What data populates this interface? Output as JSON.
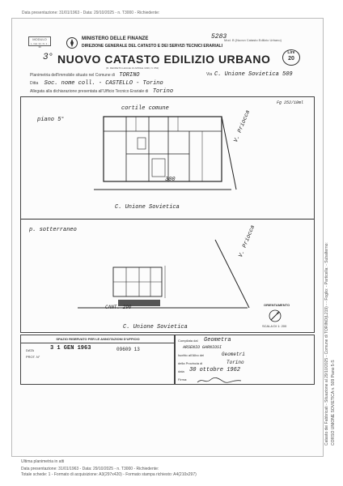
{
  "header_presentation": "Data presentazione: 31/01/1963 - Data: 29/10/2025 - n. T3000 - Richiedente:",
  "footer": {
    "ultima": "Ultima planimetria in atti",
    "line1": "Data presentazione: 31/01/1963 - Data: 29/10/2025 - n. T3000 - Richiedente:",
    "line2": "Totale schede: 1 - Formato di acquisizione: A3(297x420) - Formato stampa richiesto: A4(210x297)"
  },
  "side_text": {
    "line1": "Catasto dei Fabbricati - Situazione al 29/10/2025 - Comune di TORINO(L219) - - Foglio: - Particella: - Subalterno:",
    "line2": "CORSO UNIONE SOVIETICA n. 509 Piano 5-S"
  },
  "form": {
    "stamp_code": "5283",
    "model_box": "MODULO",
    "model_box_sub": "L. Cat. Int. N. 1 - 39",
    "mod_label": "Mod. B (Nuovo Catasto Edilizio Urbano)",
    "ministry": "MINISTERO DELLE FINANZE",
    "directorate": "DIREZIONE GENERALE DEL CATASTO E DEI SERVIZI TECNICI ERARIALI",
    "handwritten_number": "3°",
    "title": "NUOVO CATASTO EDILIZIO URBANO",
    "title_sub": "(R. DECRETO-LEGGE 13 APRILE 1939, N. 652)",
    "lire_label": "Lire",
    "lire_value": "20",
    "planimetry_label": "Planimetria dell'immobile situato nel Comune di",
    "comune_value": "TORINO",
    "via_label": "Via",
    "via_value": "C. Unione Sovietica 509",
    "ditta_label": "Ditta",
    "ditta_value": "Soc. nome coll. - CASTELLO - Torino",
    "allegata_label": "Allegata alla dichiarazione presentata all'Ufficio Tecnico Erariale di",
    "allegata_value": "Torino"
  },
  "plan": {
    "cortile": "cortile comune",
    "scale_note": "Fg 252/10ml",
    "piano_label": "piano 5°",
    "room_number": "300",
    "via_side": "V. Priocca",
    "street_bottom": "C. Unione Sovietica",
    "sotterraneo": "p. sotterraneo",
    "via_side_2": "V. Priocca",
    "cant_label": "CANT. 290",
    "street_bottom_2": "C. Unione Sovietica",
    "orientamento": "ORIENTAMENTO",
    "scala": "SCALA DI 1: 200"
  },
  "annotations": {
    "reserved_title": "SPAZIO RISERVATO PER LE ANNOTAZIONI D'UFFICIO",
    "data_label": "DATA",
    "prot_label": "PROT. N°",
    "date_stamp": "3 1 GEN 1963",
    "prot_value": "09609 13",
    "compilata_label": "Compilata dal",
    "compilata_value": "Geometra",
    "name_value": "ARSENIO GARNIOSI",
    "iscritto_label": "Iscritto all'Albo dei",
    "iscritto_value": "Geometri",
    "provincia_label": "della Provincia di",
    "provincia_value": "Torino",
    "data_sign_label": "data",
    "data_sign_value": "30 ottobre 1962",
    "firma_label": "Firma:"
  }
}
